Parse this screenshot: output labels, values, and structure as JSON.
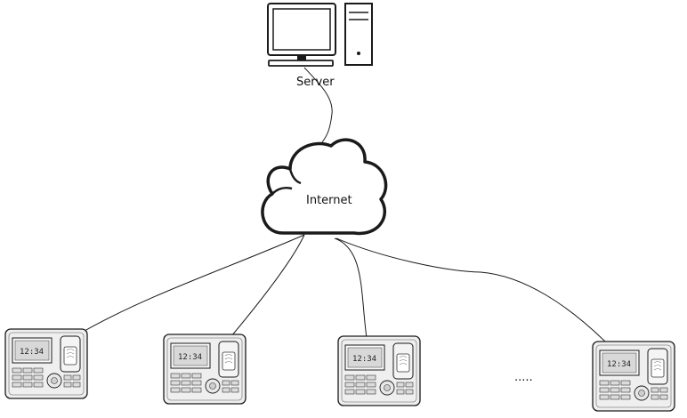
{
  "nodes": {
    "server": {
      "label": "Server",
      "icon": "server-computer-icon"
    },
    "internet": {
      "label": "Internet",
      "icon": "cloud-icon"
    },
    "devices": [
      {
        "icon": "fingerprint-terminal-icon",
        "screen_text": "12:34"
      },
      {
        "icon": "fingerprint-terminal-icon",
        "screen_text": "12:34"
      },
      {
        "icon": "fingerprint-terminal-icon",
        "screen_text": "12:34"
      },
      {
        "icon": "fingerprint-terminal-icon",
        "screen_text": "12:34"
      }
    ],
    "ellipsis": "....."
  },
  "edges": [
    {
      "from": "server",
      "to": "internet"
    },
    {
      "from": "internet",
      "to": "device-1"
    },
    {
      "from": "internet",
      "to": "device-2"
    },
    {
      "from": "internet",
      "to": "device-3"
    },
    {
      "from": "internet",
      "to": "device-4"
    }
  ],
  "colors": {
    "line": "#1a1a1a",
    "fill": "#ffffff",
    "device_body": "#ececec"
  }
}
